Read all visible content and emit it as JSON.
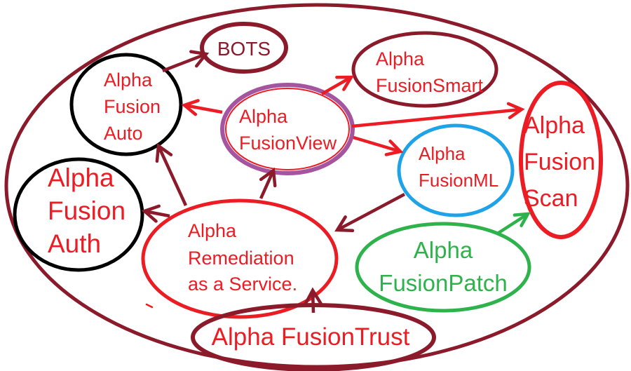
{
  "diagram": {
    "type": "node-link-diagram",
    "colors": {
      "maroon": "#8B1A2B",
      "red": "#EC1C24",
      "black": "#000000",
      "purple": "#A5559F",
      "blue": "#1FA3E8",
      "green": "#2EB34C",
      "white": "#FFFFFF"
    },
    "boundary": {
      "shape": "ellipse",
      "color_name": "maroon"
    },
    "nodes": {
      "bots": {
        "label": "BOTS",
        "ring": "maroon",
        "text_color": "maroon"
      },
      "auto": {
        "line1": "Alpha",
        "line2": "Fusion",
        "line3": "Auto",
        "ring": "black",
        "text_color": "red"
      },
      "smart": {
        "line1": "Alpha",
        "line2": "FusionSmart",
        "ring": "maroon",
        "text_color": "red"
      },
      "view": {
        "line1": "Alpha",
        "line2": "FusionView",
        "ring": "purple-with-red-inner",
        "text_color": "red"
      },
      "ml": {
        "line1": "Alpha",
        "line2": "FusionML",
        "ring": "blue",
        "text_color": "red"
      },
      "scan": {
        "line1": "Alpha",
        "line2": "Fusion",
        "line3": "Scan",
        "ring": "red",
        "text_color": "red"
      },
      "auth": {
        "line1": "Alpha",
        "line2": "Fusion",
        "line3": "Auth",
        "ring": "black",
        "text_color": "red"
      },
      "remediation": {
        "line1": "Alpha",
        "line2": "Remediation",
        "line3": "as a Service.",
        "ring": "red",
        "text_color": "red"
      },
      "patch": {
        "line1": "Alpha",
        "line2": "FusionPatch",
        "ring": "green",
        "text_color": "green"
      },
      "trust": {
        "label": "Alpha FusionTrust",
        "ring": "maroon",
        "text_color": "red"
      }
    },
    "edges": [
      {
        "from": "alpha-fusion-auto",
        "to": "bots",
        "color_name": "maroon"
      },
      {
        "from": "alpha-fusionview",
        "to": "alpha-fusion-auto",
        "color_name": "red"
      },
      {
        "from": "alpha-fusionview",
        "to": "alpha-fusionsmart",
        "color_name": "red"
      },
      {
        "from": "alpha-fusionview",
        "to": "alpha-fusion-scan",
        "color_name": "red"
      },
      {
        "from": "alpha-fusionview",
        "to": "alpha-fusionml",
        "color_name": "red"
      },
      {
        "from": "alpha-fusionml",
        "to": "alpha-remediation-as-a-service",
        "color_name": "maroon"
      },
      {
        "from": "alpha-remediation-as-a-service",
        "to": "alpha-fusion-auth",
        "color_name": "maroon"
      },
      {
        "from": "alpha-remediation-as-a-service",
        "to": "alpha-fusion-auto",
        "color_name": "maroon"
      },
      {
        "from": "alpha-remediation-as-a-service",
        "to": "alpha-fusionview",
        "color_name": "maroon"
      },
      {
        "from": "alpha-fusionpatch",
        "to": "alpha-fusion-scan",
        "color_name": "green"
      },
      {
        "from": "alpha-fusiontrust",
        "to": "alpha-remediation-as-a-service",
        "color_name": "maroon"
      }
    ]
  }
}
